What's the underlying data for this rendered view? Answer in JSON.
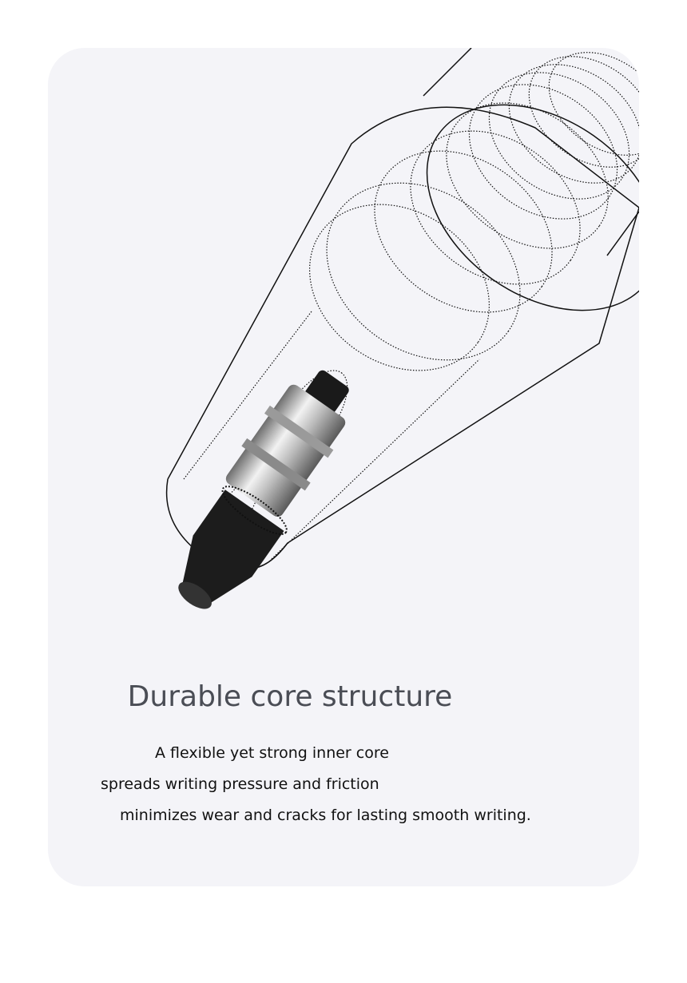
{
  "feature": {
    "title": "Durable core structure",
    "description_lines": [
      "A flexible yet strong inner core",
      "spreads writing pressure and friction",
      "minimizes wear and cracks for lasting smooth writing."
    ]
  },
  "colors": {
    "card_bg": "#f4f4f8",
    "title": "#4a4d55",
    "body": "#111111"
  }
}
